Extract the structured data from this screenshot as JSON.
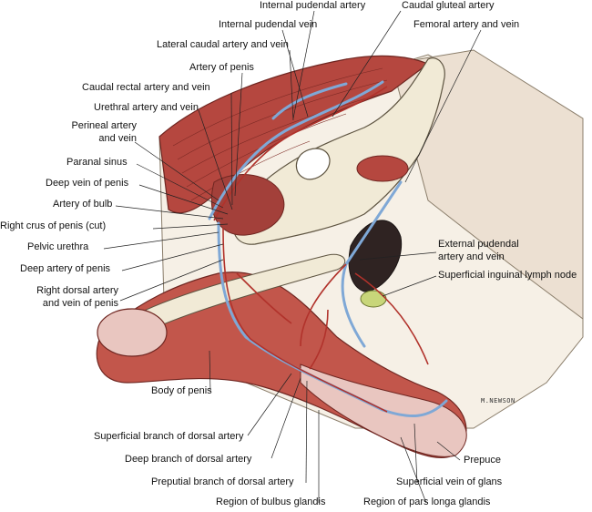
{
  "labels": {
    "internal_pudendal_artery": "Internal pudendal artery",
    "caudal_gluteal_artery": "Caudal gluteal artery",
    "internal_pudendal_vein": "Internal pudendal vein",
    "femoral_artery_vein": "Femoral artery and vein",
    "lateral_caudal": "Lateral caudal artery and vein",
    "artery_of_penis": "Artery of penis",
    "caudal_rectal": "Caudal rectal artery and vein",
    "urethral": "Urethral artery and vein",
    "perineal_line1": "Perineal artery",
    "perineal_line2": "and vein",
    "paranal_sinus": "Paranal sinus",
    "deep_vein_penis": "Deep vein of penis",
    "artery_of_bulb": "Artery of bulb",
    "right_crus": "Right crus of penis (cut)",
    "pelvic_urethra": "Pelvic urethra",
    "deep_artery_penis": "Deep artery of penis",
    "right_dorsal_line1": "Right dorsal artery",
    "right_dorsal_line2": "and vein of penis",
    "external_pudendal_line1": "External pudendal",
    "external_pudendal_line2": "artery and vein",
    "superficial_inguinal": "Superficial inguinal lymph node",
    "body_of_penis": "Body of penis",
    "superficial_branch": "Superficial branch of dorsal artery",
    "deep_branch": "Deep branch of dorsal artery",
    "preputial_branch": "Preputial branch of dorsal artery",
    "region_bulbus": "Region of bulbus glandis",
    "region_pars": "Region of pars longa glandis",
    "prepuce": "Prepuce",
    "superficial_vein_glans": "Superficial vein of glans"
  },
  "signature": "M.NEWSON",
  "colors": {
    "muscle": "#b5473f",
    "muscle_dark": "#7d2a25",
    "bone": "#f1ead6",
    "bone_shade": "#d8cfb4",
    "vein": "#7fa8d6",
    "artery": "#b1322b",
    "lymph": "#c8d67a",
    "skin": "#e9c6c0",
    "leader": "#222222"
  }
}
